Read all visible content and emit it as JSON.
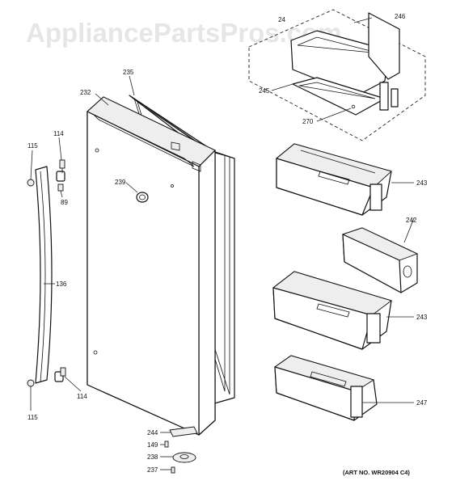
{
  "watermark": "AppliancePartsPros.com",
  "art_number": "(ART NO. WR20904 C4)",
  "callouts": [
    {
      "id": "232",
      "text": "232"
    },
    {
      "id": "235",
      "text": "235"
    },
    {
      "id": "239",
      "text": "239"
    },
    {
      "id": "114a",
      "text": "114"
    },
    {
      "id": "115a",
      "text": "115"
    },
    {
      "id": "89",
      "text": "89"
    },
    {
      "id": "136",
      "text": "136"
    },
    {
      "id": "114b",
      "text": "114"
    },
    {
      "id": "115b",
      "text": "115"
    },
    {
      "id": "244",
      "text": "244"
    },
    {
      "id": "149",
      "text": "149"
    },
    {
      "id": "238",
      "text": "238"
    },
    {
      "id": "237",
      "text": "237"
    },
    {
      "id": "24x",
      "text": "24"
    },
    {
      "id": "246",
      "text": "246"
    },
    {
      "id": "245",
      "text": "245"
    },
    {
      "id": "270",
      "text": "270"
    },
    {
      "id": "243a",
      "text": "243"
    },
    {
      "id": "242",
      "text": "242"
    },
    {
      "id": "243b",
      "text": "243"
    },
    {
      "id": "247",
      "text": "247"
    }
  ]
}
